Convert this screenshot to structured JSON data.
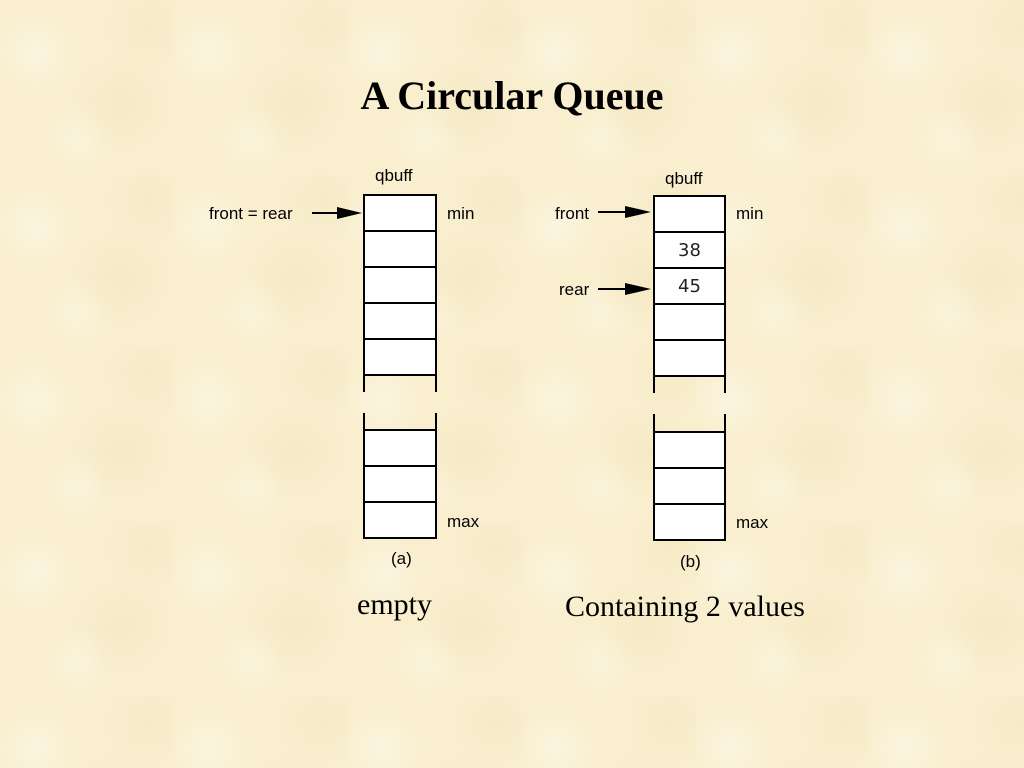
{
  "title": "A Circular Queue",
  "diagrams": [
    {
      "buffer_label": "qbuff",
      "pointer_labels": [
        "front = rear"
      ],
      "min_label": "min",
      "max_label": "max",
      "sublabel": "(a)",
      "caption": "empty",
      "cells_top": [
        "",
        "",
        "",
        "",
        ""
      ],
      "cells_bottom": [
        "",
        "",
        ""
      ]
    },
    {
      "buffer_label": "qbuff",
      "pointer_labels": [
        "front",
        "rear"
      ],
      "min_label": "min",
      "max_label": "max",
      "sublabel": "(b)",
      "caption": "Containing 2 values",
      "cells_top": [
        "",
        "38",
        "45",
        "",
        ""
      ],
      "cells_bottom": [
        "",
        "",
        ""
      ]
    }
  ]
}
